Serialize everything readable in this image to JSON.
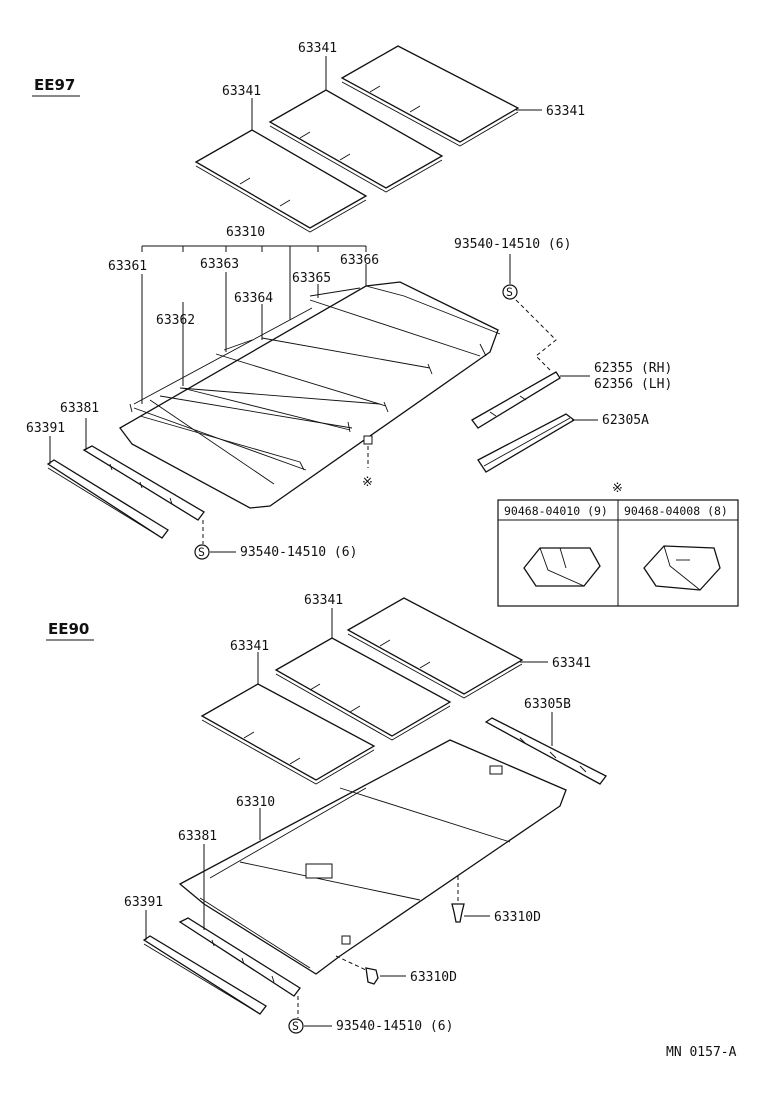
{
  "sections": {
    "ee97": "EE97",
    "ee90": "EE90"
  },
  "ee97": {
    "pad_top": "63341",
    "pad_left": "63341",
    "pad_right": "63341",
    "headliner_group": "63310",
    "wire_1": "63361",
    "wire_2": "63362",
    "wire_3": "63363",
    "wire_4": "63364",
    "wire_5": "63365",
    "wire_6": "63366",
    "trim_front": "63381",
    "rail_front": "63391",
    "screw_top": "93540-14510 (6)",
    "screw_bottom": "93540-14510 (6)",
    "rail_rh": "62355 (RH)",
    "rail_lh": "62356 (LH)",
    "rail_side": "62305A"
  },
  "clips_box": {
    "marker": "※",
    "clip_a": "90468-04010 (9)",
    "clip_b": "90468-04008 (8)"
  },
  "ee90": {
    "pad_top": "63341",
    "pad_left": "63341",
    "pad_right": "63341",
    "rear_trim": "63305B",
    "headliner": "63310",
    "trim_front": "63381",
    "rail_front": "63391",
    "clip_d_right": "63310D",
    "clip_d_lower": "63310D",
    "screw": "93540-14510 (6)"
  },
  "footer_code": "MN  0157-A",
  "marker_symbol": "※",
  "screw_symbol": "S"
}
